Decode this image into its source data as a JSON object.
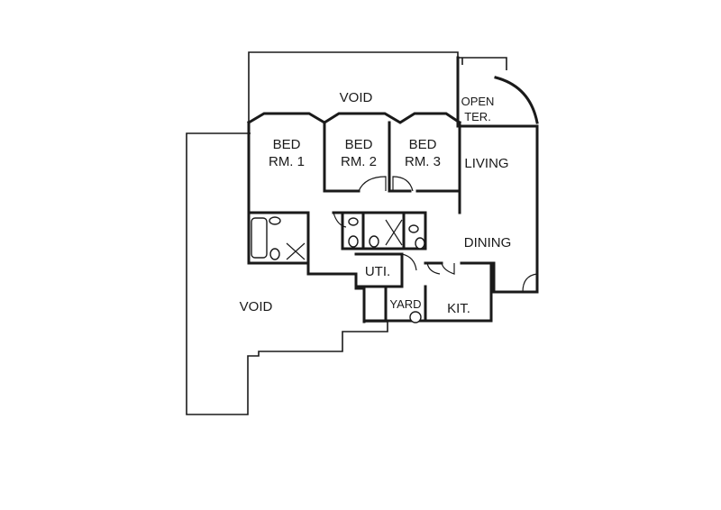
{
  "labels": {
    "void_top": "VOID",
    "void_left": "VOID",
    "bed1_a": "BED",
    "bed1_b": "RM. 1",
    "bed2_a": "BED",
    "bed2_b": "RM. 2",
    "bed3_a": "BED",
    "bed3_b": "RM. 3",
    "living": "LIVING",
    "dining": "DINING",
    "open_a": "OPEN",
    "open_b": "TER.",
    "uti": "UTI.",
    "yard": "YARD",
    "kit": "KIT."
  }
}
